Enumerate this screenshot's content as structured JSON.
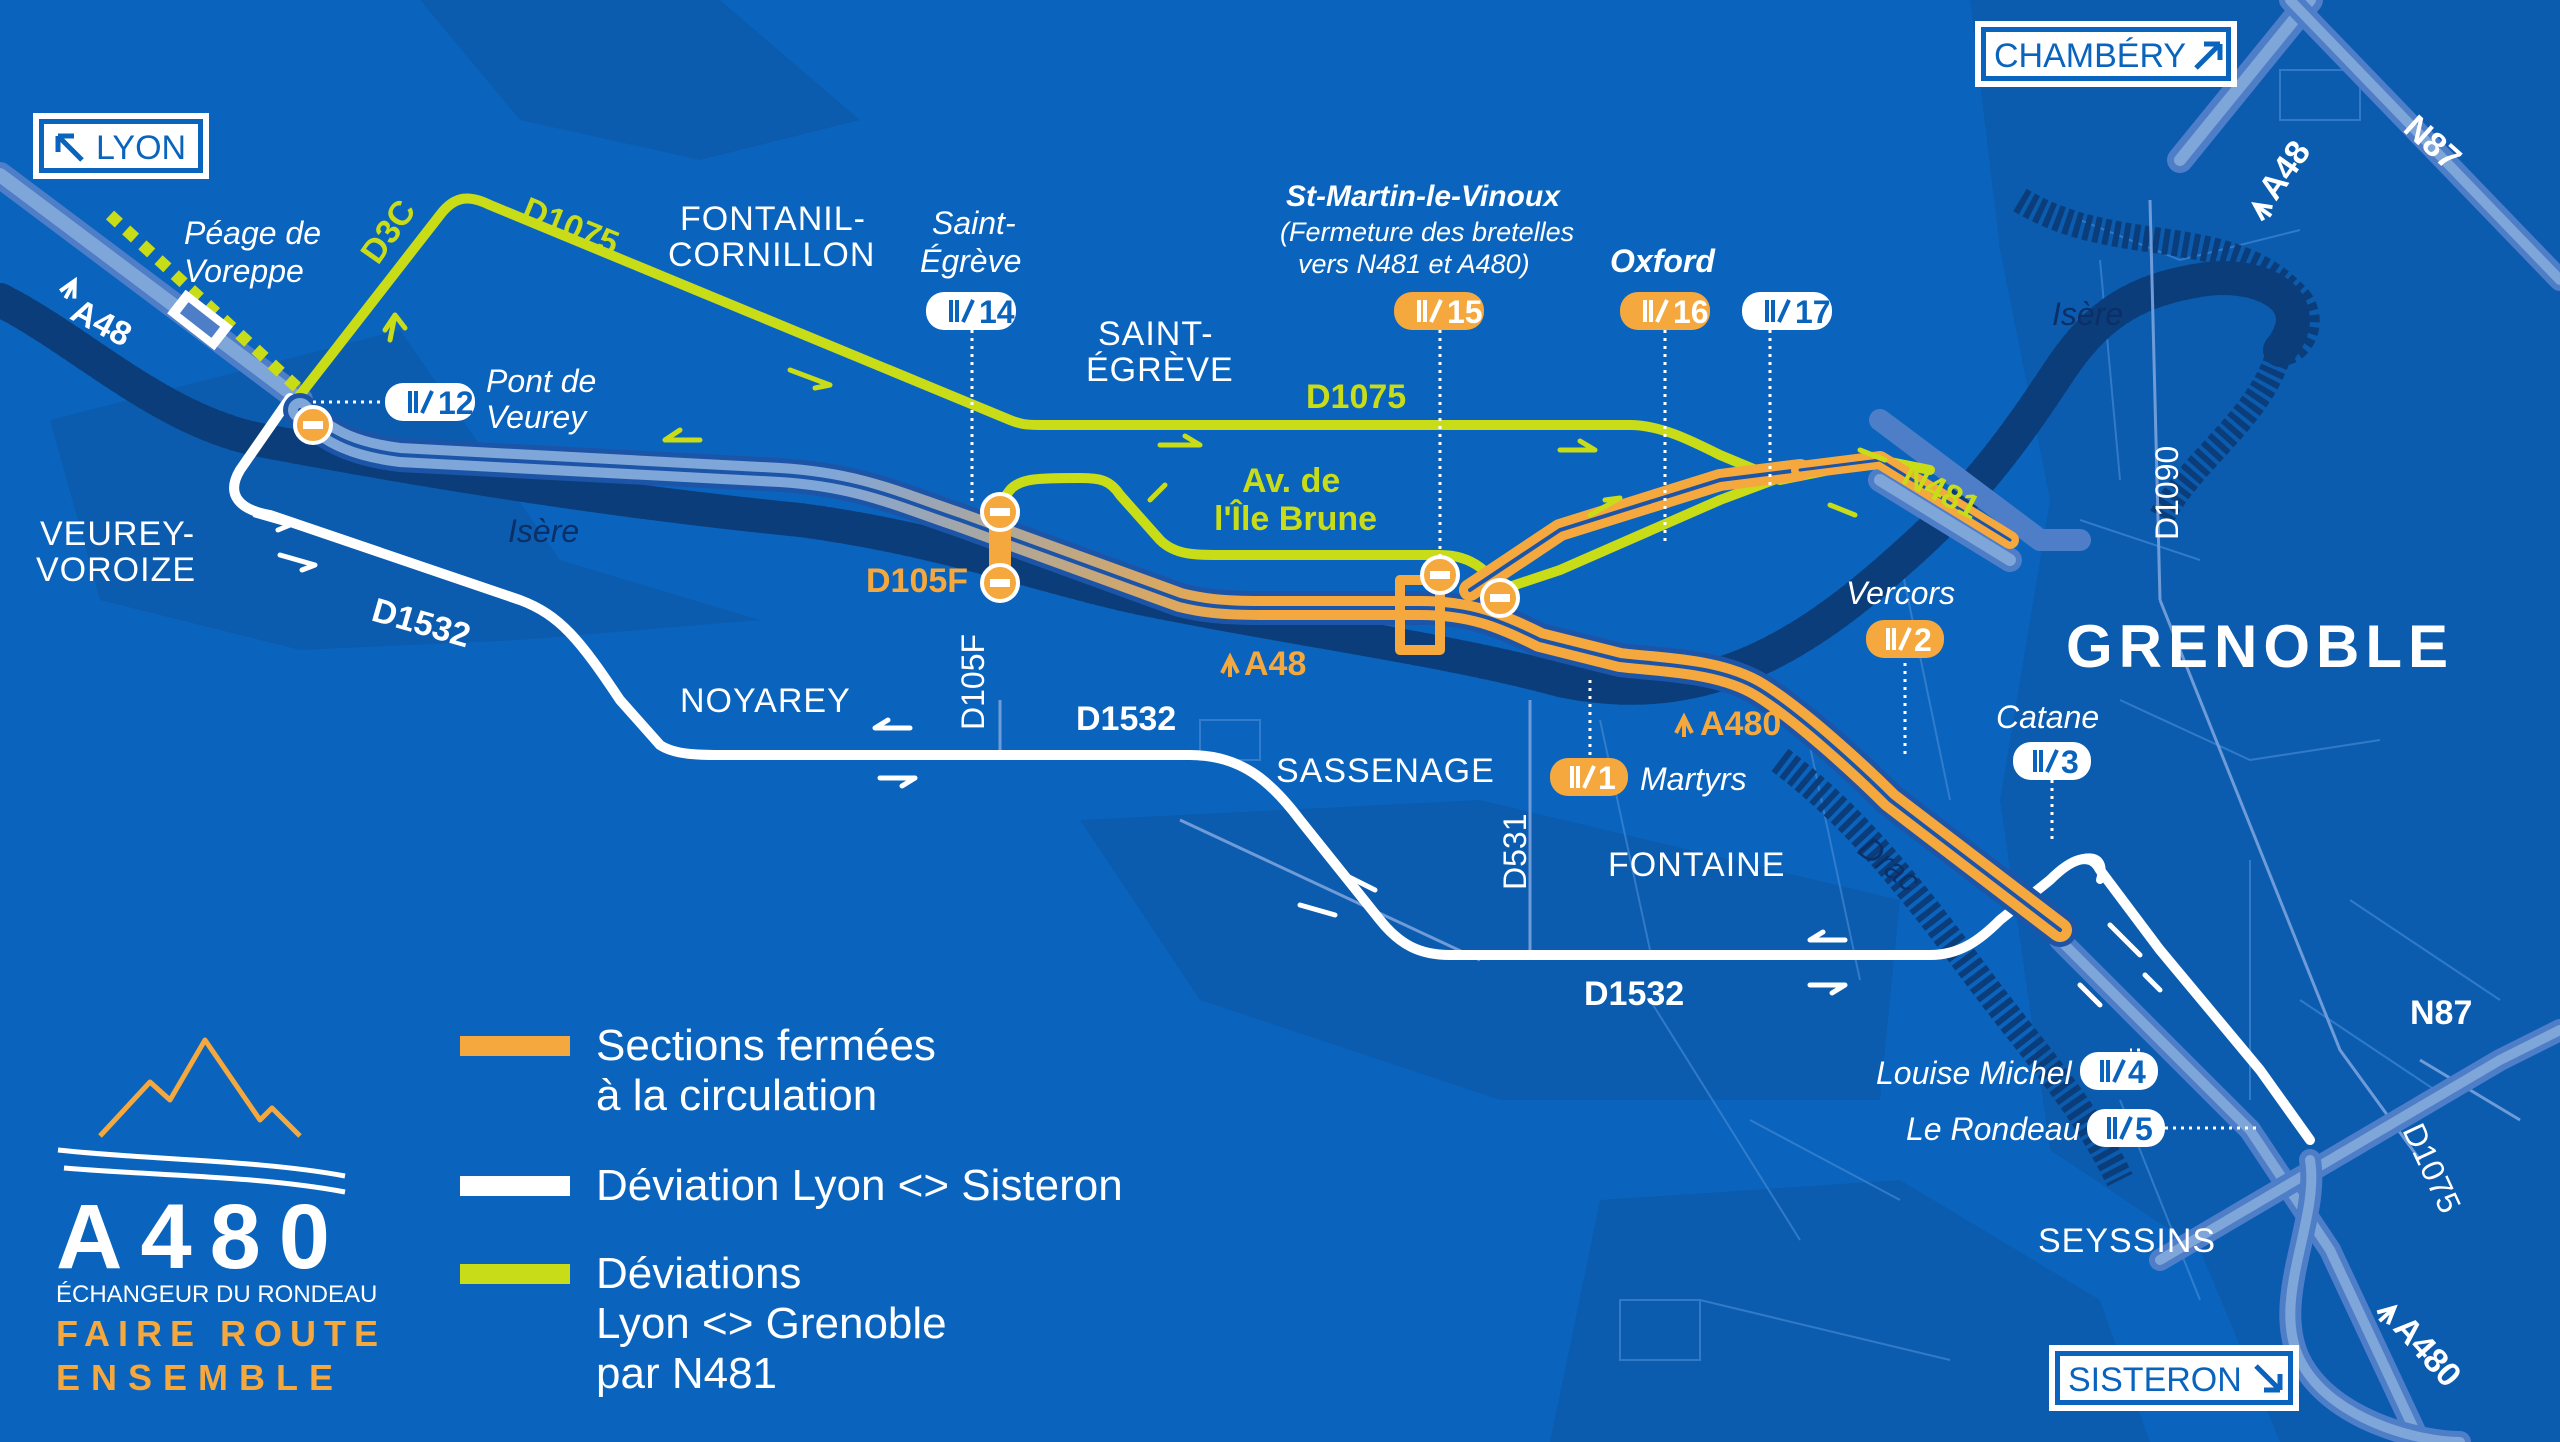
{
  "colors": {
    "background": "#0a64bd",
    "closed_section": "#f5a83d",
    "detour_lyon_sisteron": "#ffffff",
    "detour_lyon_grenoble": "#c9dc18",
    "motorway_blue": "#4f7ec9",
    "river": "#0b3d7a"
  },
  "signs": {
    "lyon": "LYON",
    "chambery": "CHAMBÉRY",
    "sisteron": "SISTERON"
  },
  "places": {
    "fontanil_1": "FONTANIL-",
    "fontanil_2": "CORNILLON",
    "saint_egreve_1": "SAINT-",
    "saint_egreve_2": "ÉGRÈVE",
    "veurey_1": "VEUREY-",
    "veurey_2": "VOROIZE",
    "noyarey": "NOYAREY",
    "sassenage": "SASSENAGE",
    "fontaine": "FONTAINE",
    "seyssins": "SEYSSINS",
    "grenoble": "GRENOBLE"
  },
  "rivers": {
    "isere_west": "Isère",
    "isere_east": "Isère",
    "drac": "Drac"
  },
  "roads": {
    "a48_west": "A48",
    "a48_center": "A48",
    "a48_north": "A48",
    "a480_center": "A480",
    "a480_south": "A480",
    "n87_north": "N87",
    "n87_east": "N87",
    "n481": "N481",
    "d1075_north": "D1075",
    "d1075_center": "D1075",
    "d1075_south": "D1075",
    "d3c": "D3C",
    "d105f_orange": "D105F",
    "d105f_vertical": "D105F",
    "d1532_west": "D1532",
    "d1532_center": "D1532",
    "d1532_south": "D1532",
    "d531": "D531",
    "d1090": "D1090",
    "av_ile_brune_1": "Av. de",
    "av_ile_brune_2": "l'Île Brune"
  },
  "labels": {
    "peage_1": "Péage de",
    "peage_2": "Voreppe",
    "pont_1": "Pont de",
    "pont_2": "Veurey",
    "st_egreve_exit_1": "Saint-",
    "st_egreve_exit_2": "Égrève",
    "st_martin": "St-Martin-le-Vinoux",
    "st_martin_note_1": "(Fermeture des bretelles",
    "st_martin_note_2": "vers N481 et A480)",
    "oxford": "Oxford",
    "vercors": "Vercors",
    "catane": "Catane",
    "martyrs": "Martyrs",
    "louise_michel": "Louise Michel",
    "le_rondeau": "Le Rondeau"
  },
  "exits": {
    "e12": "12",
    "e14": "14",
    "e15": "15",
    "e16": "16",
    "e17": "17",
    "e1": "1",
    "e2": "2",
    "e3": "3",
    "e4": "4",
    "e5": "5"
  },
  "legend": {
    "closed_1": "Sections fermées",
    "closed_2": "à la circulation",
    "detour_ls": "Déviation Lyon <> Sisteron",
    "detour_lg_1": "Déviations",
    "detour_lg_2": "Lyon <> Grenoble",
    "detour_lg_3": "par N481"
  },
  "logo": {
    "title": "A480",
    "subtitle": "ÉCHANGEUR DU RONDEAU",
    "slogan_1": "FAIRE ROUTE",
    "slogan_2": "ENSEMBLE"
  }
}
